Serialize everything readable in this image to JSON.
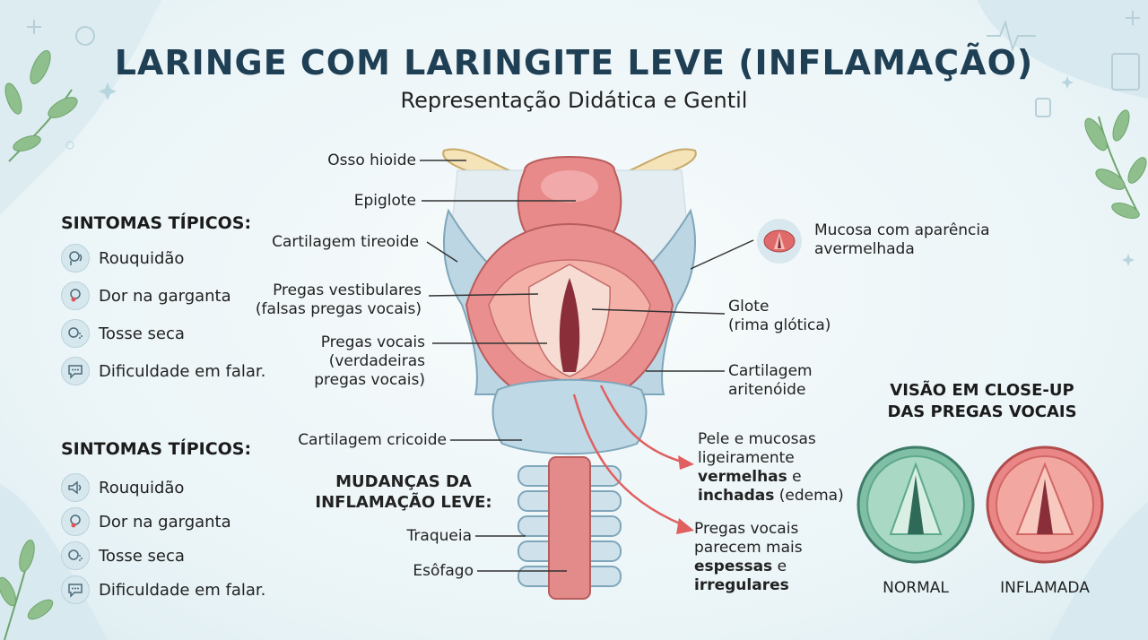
{
  "header": {
    "title": "LARINGE COM LARINGITE LEVE (INFLAMAÇÃO)",
    "subtitle": "Representação Didática e Gentil"
  },
  "symptoms_top": {
    "heading": "SINTOMAS TÍPICOS:",
    "items": [
      {
        "label": "Rouquidão",
        "icon": "hoarse-voice-icon"
      },
      {
        "label": "Dor na garganta",
        "icon": "sore-throat-icon"
      },
      {
        "label": "Tosse seca",
        "icon": "cough-icon"
      },
      {
        "label": "Dificuldade em falar.",
        "icon": "speech-bubble-icon"
      }
    ]
  },
  "symptoms_bottom": {
    "heading": "SINTOMAS TÍPICOS:",
    "items": [
      {
        "label": "Rouquidão",
        "icon": "speaker-icon"
      },
      {
        "label": "Dor na garganta",
        "icon": "sore-throat-icon"
      },
      {
        "label": "Tosse seca",
        "icon": "cough-icon"
      },
      {
        "label": "Dificuldade em falar.",
        "icon": "speech-bubble-icon"
      }
    ]
  },
  "labels_left": {
    "hyoid": "Osso hioide",
    "epiglottis": "Epiglote",
    "thyroid": "Cartilagem tireoide",
    "vestibular_1": "Pregas vestibulares",
    "vestibular_2": "(falsas pregas vocais)",
    "vocal_1": "Pregas vocais",
    "vocal_2": "(verdadeiras",
    "vocal_3": "pregas vocais)",
    "cricoid": "Cartilagem cricoide",
    "trachea": "Traqueia",
    "esophagus": "Esôfago"
  },
  "labels_right": {
    "mucosa_1": "Mucosa com aparência",
    "mucosa_2": "avermelhada",
    "glottis_1": "Glote",
    "glottis_2": "(rima glótica)",
    "arytenoid_1": "Cartilagem",
    "arytenoid_2": "aritenóide"
  },
  "changes": {
    "heading_1": "MUDANÇAS DA",
    "heading_2": "INFLAMAÇÃO LEVE:",
    "skin_1": "Pele e mucosas",
    "skin_2": "ligeiramente",
    "skin_3a": "vermelhas",
    "skin_3b": " e",
    "skin_4a": "inchadas",
    "skin_4b": " (edema)",
    "folds_1": "Pregas vocais",
    "folds_2": "parecem mais",
    "folds_3a": "espessas",
    "folds_3b": " e",
    "folds_4": "irregulares"
  },
  "closeup": {
    "heading_1": "VISÃO EM CLOSE-UP",
    "heading_2": "DAS PREGAS VOCAIS",
    "normal": "NORMAL",
    "inflamed": "INFLAMADA",
    "colors": {
      "normal": "#5fa98e",
      "inflamed": "#e06a6a"
    }
  }
}
